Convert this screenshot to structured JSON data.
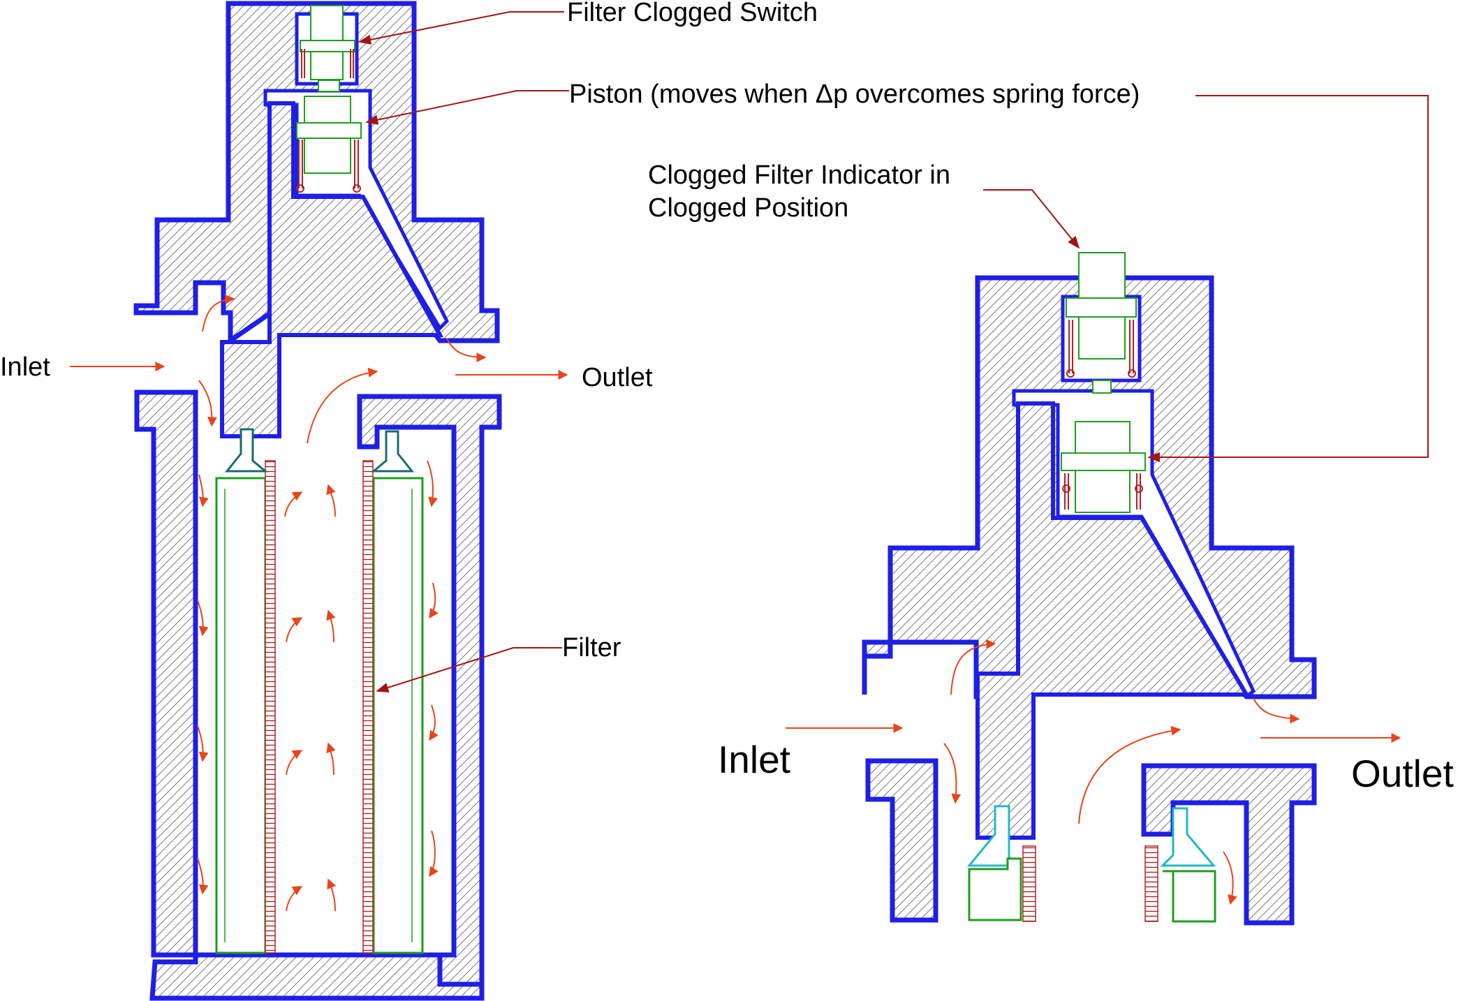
{
  "labels": {
    "filter_clogged_switch": "Filter Clogged Switch",
    "piston": "Piston (moves when Δp overcomes spring force)",
    "indicator_line1": "Clogged Filter Indicator in",
    "indicator_line2": "Clogged Position",
    "inlet_left": "Inlet",
    "outlet_left": "Outlet",
    "filter": "Filter",
    "inlet_right": "Inlet",
    "outlet_right": "Outlet"
  },
  "colors": {
    "housing_outline": "#1f1fe6",
    "hatch": "#555555",
    "component_green": "#1e9e1e",
    "spring_red": "#b22222",
    "flow_arrow": "#e8451a",
    "leader_line": "#a31515",
    "nozzle_teal": "#1a6b6b",
    "nozzle_cyan": "#1fb8c8"
  }
}
